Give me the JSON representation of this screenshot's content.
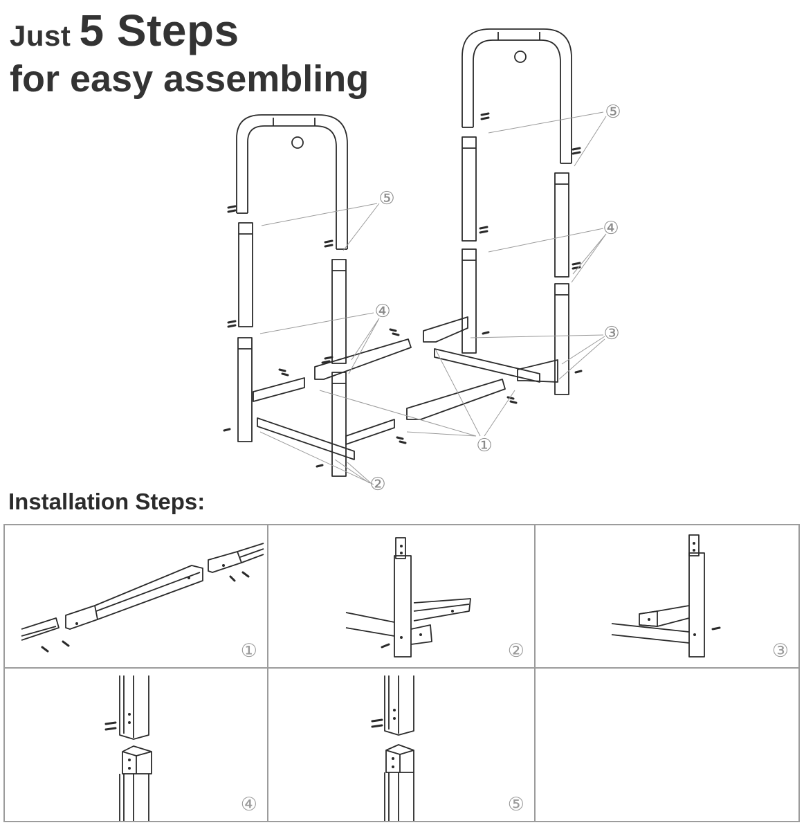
{
  "hero": {
    "just": "Just",
    "steps": "5 Steps",
    "subtitle": "for easy assembling"
  },
  "section_title": "Installation Steps:",
  "callouts": [
    "①",
    "②",
    "③",
    "④",
    "⑤"
  ],
  "steps": [
    {
      "badge": "①"
    },
    {
      "badge": "②"
    },
    {
      "badge": "③"
    },
    {
      "badge": "④"
    },
    {
      "badge": "⑤"
    }
  ],
  "colors": {
    "line": "#2a2a2a",
    "guide": "#9a9a9a",
    "grid": "#9c9c9c"
  }
}
